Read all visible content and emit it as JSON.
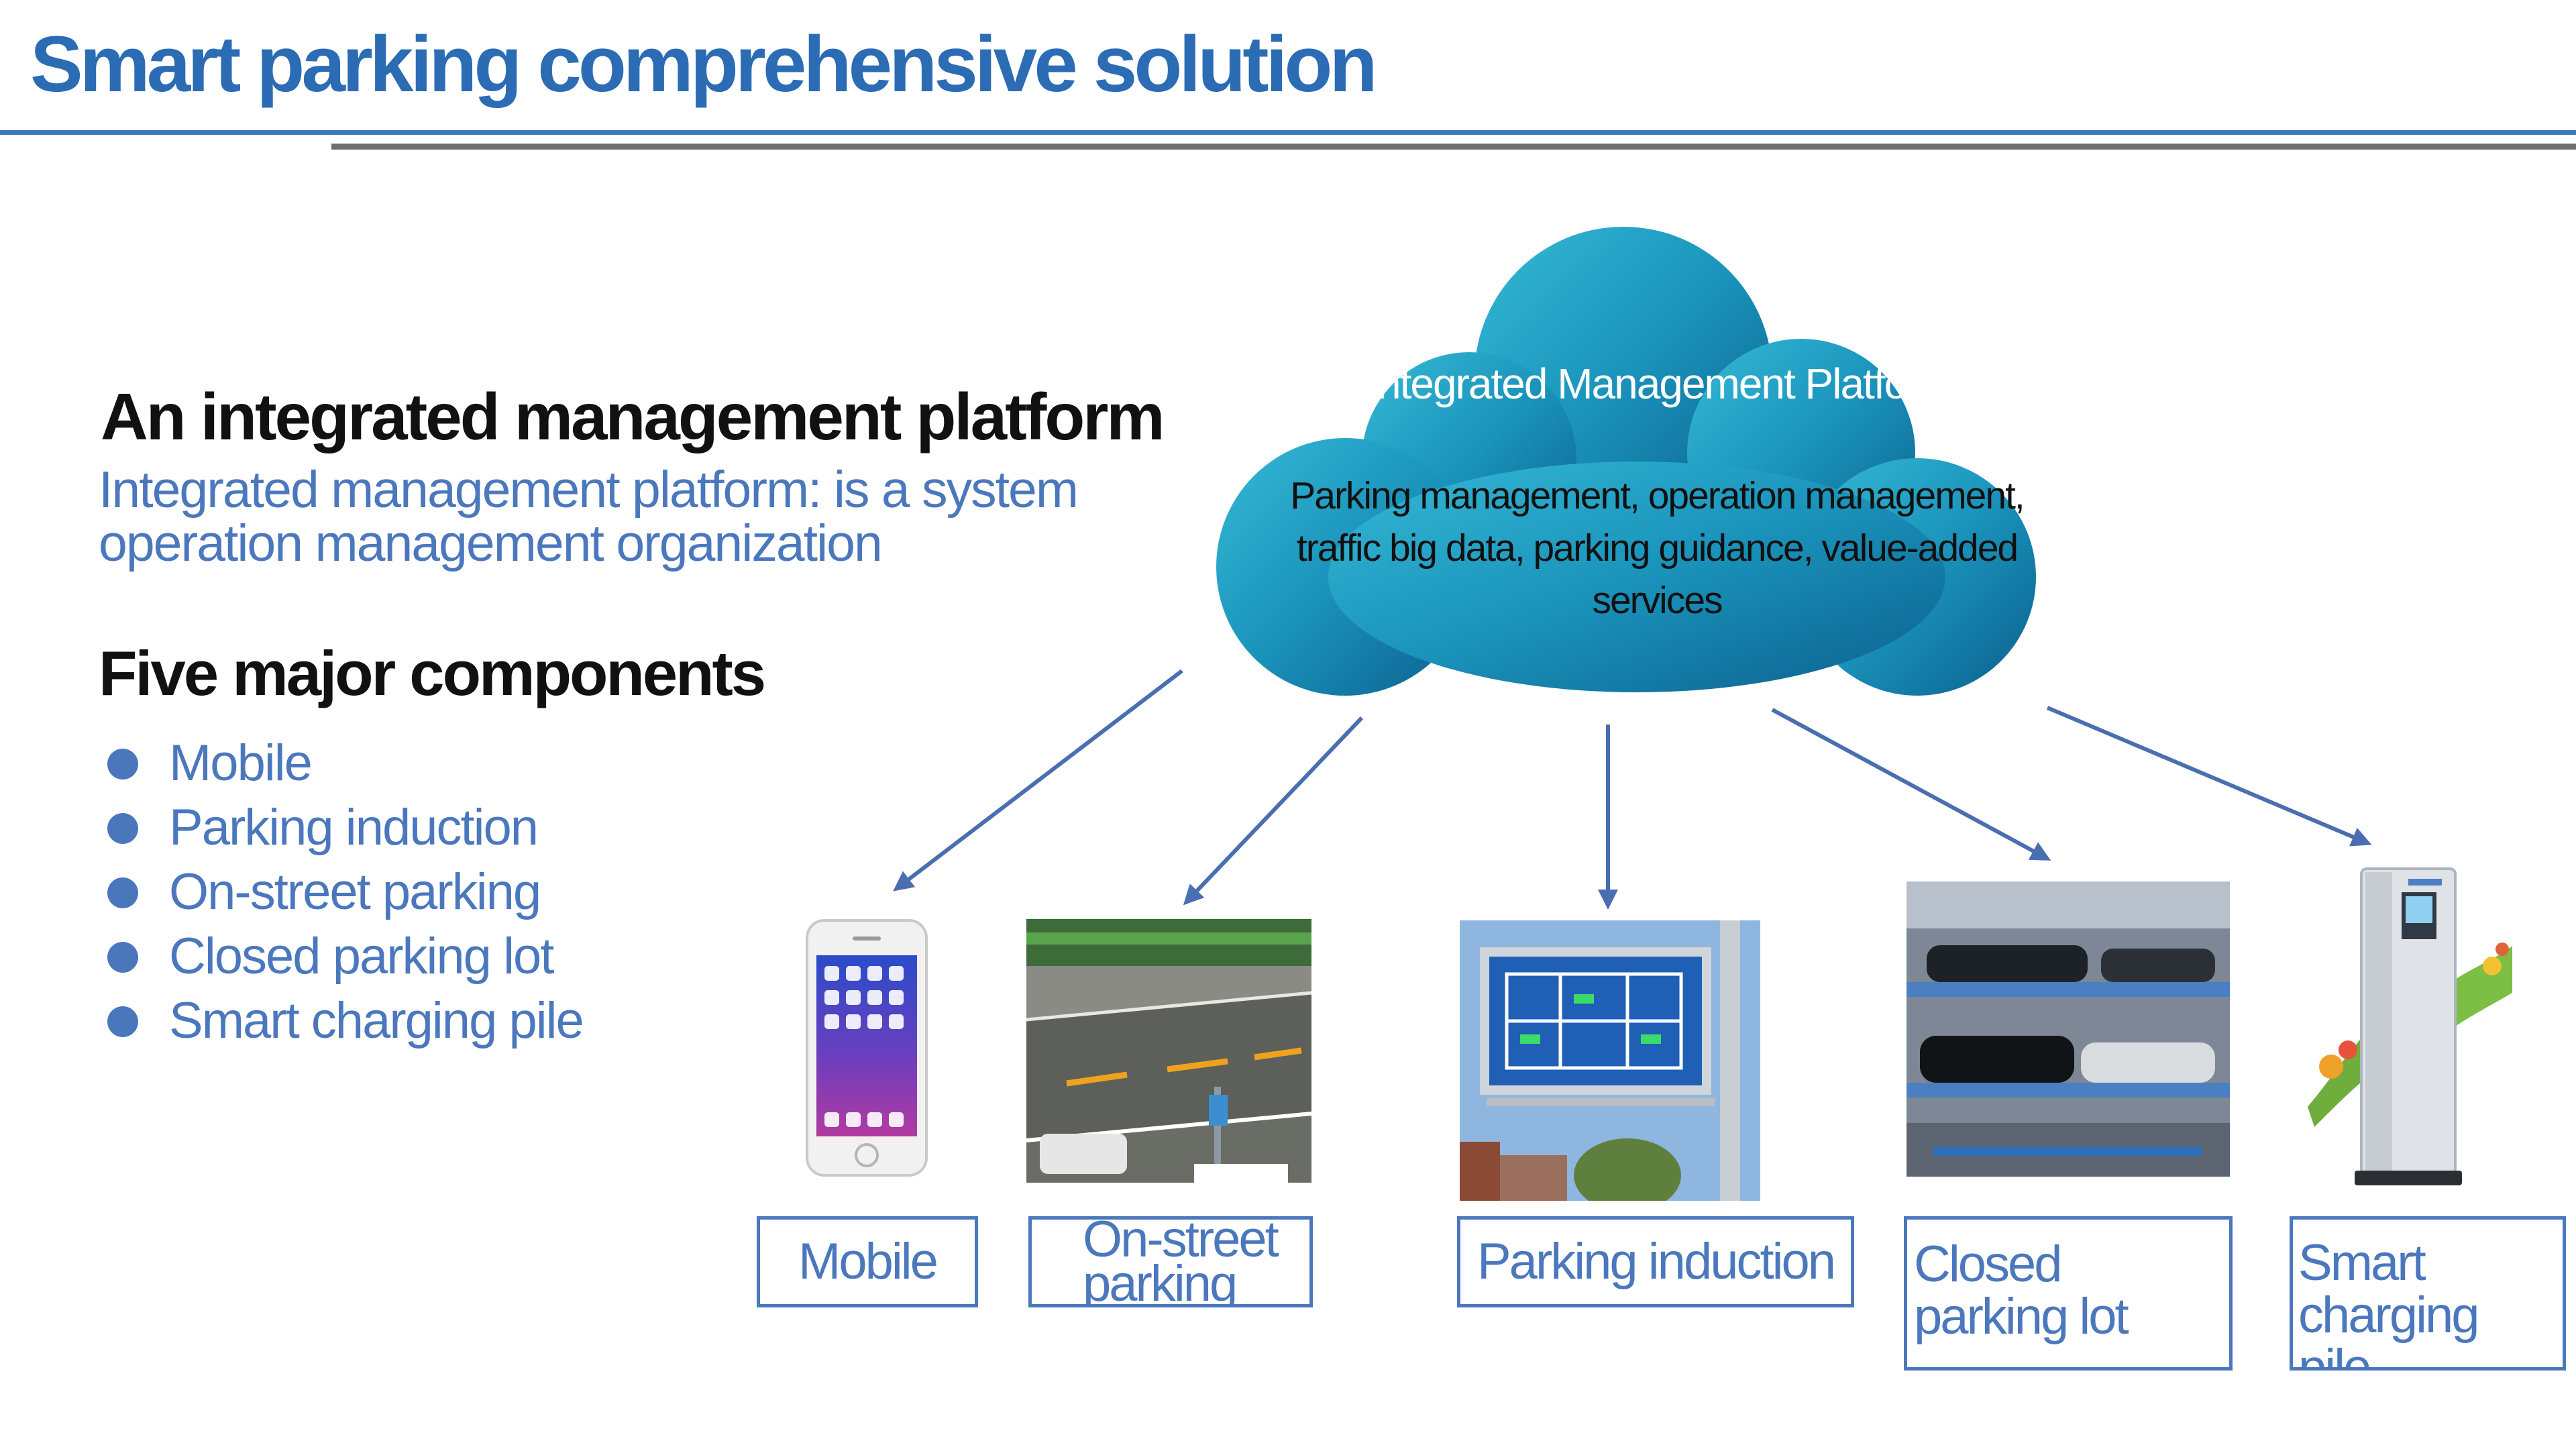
{
  "page": {
    "title": "Smart parking comprehensive solution"
  },
  "left": {
    "platform_heading": "An integrated management platform",
    "platform_description": "Integrated management platform: is a system operation management organization",
    "components_heading": "Five major components",
    "components": [
      "Mobile",
      "Parking induction",
      "On-street parking",
      "Closed parking lot",
      "Smart charging pile"
    ]
  },
  "cloud": {
    "title": "Integrated Management Platform",
    "description": "Parking management, operation management, traffic big data, parking guidance, value-added services"
  },
  "nodes": {
    "mobile": "Mobile",
    "on_street": "On-street parking",
    "induction": "Parking induction",
    "closed_lot": "Closed parking lot",
    "charging": "Smart charging pile"
  },
  "colors": {
    "title_blue": "#2b6cb4",
    "text_blue": "#4b78bd",
    "cloud_light": "#2bb0cf",
    "cloud_dark": "#0b5f8d",
    "arrow": "#4a6fb0"
  },
  "icons": [
    "arrow-icon",
    "bullet-dot-icon",
    "cloud-icon",
    "smartphone-icon",
    "street-parking-photo",
    "guidance-sign-photo",
    "stacked-garage-photo",
    "charging-pile-icon"
  ]
}
